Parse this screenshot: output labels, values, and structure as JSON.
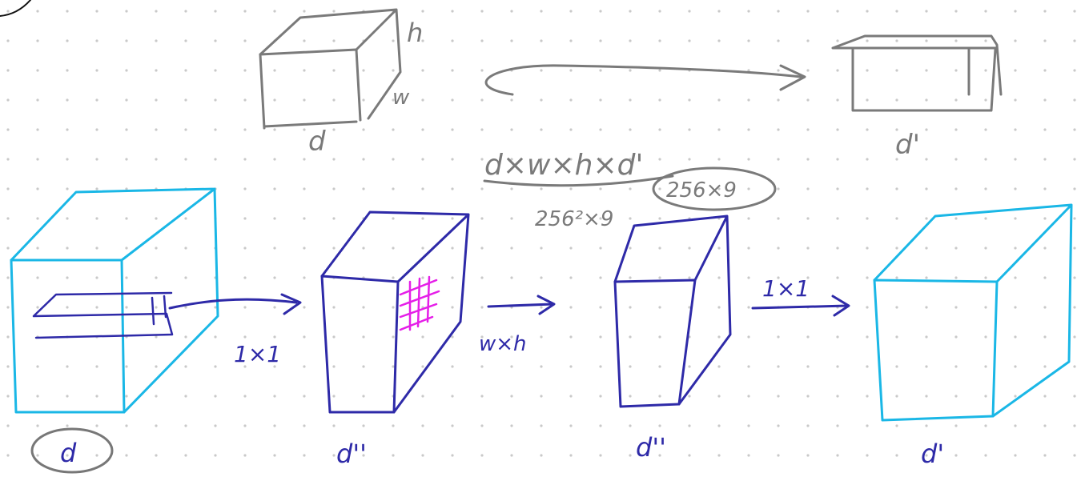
{
  "colors": {
    "background": "#ffffff",
    "dot_grid": "#c9c9c9",
    "gray_ink": "#7a7a7a",
    "cyan_ink": "#1ab7e6",
    "blue_ink": "#2e2aa8",
    "magenta_ink": "#e51ee8"
  },
  "top_row": {
    "input_cube": {
      "label_depth": "d",
      "label_height": "h",
      "label_width": "w"
    },
    "output_box": {
      "label": "d'"
    },
    "cost_formula": "d×w×h×d'",
    "cost_example": "256²×9",
    "cost_example_circled": "256×9"
  },
  "bottom_row": {
    "block1": {
      "label": "d"
    },
    "arrow1": {
      "label": "1×1"
    },
    "block2": {
      "label": "d''"
    },
    "arrow2": {
      "label": "w×h"
    },
    "block3": {
      "label": "d''"
    },
    "arrow3": {
      "label": "1×1"
    },
    "block4": {
      "label": "d'"
    }
  }
}
